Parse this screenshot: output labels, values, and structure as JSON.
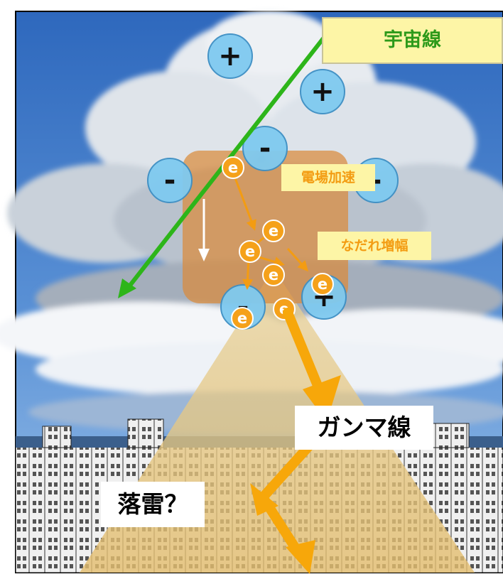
{
  "labels": {
    "cosmic_ray": "宇宙線",
    "field_acceleration": "電場加速",
    "avalanche": "なだれ増幅",
    "gamma_ray": "ガンマ線",
    "lightning": "落雷？"
  },
  "electron_symbol": "e",
  "charges": {
    "positive": "+",
    "negative": "-"
  },
  "colors": {
    "sky": "#3f79c8",
    "cosmic_arrow": "#2db51a",
    "electron": "#f5a11a",
    "gamma_arrow": "#f7a70a",
    "charge_circle": "#7fcaf0",
    "label_bg": "#fdf5a6",
    "label_text_orange": "#f39c12",
    "label_text_green": "#2d9a1a"
  }
}
